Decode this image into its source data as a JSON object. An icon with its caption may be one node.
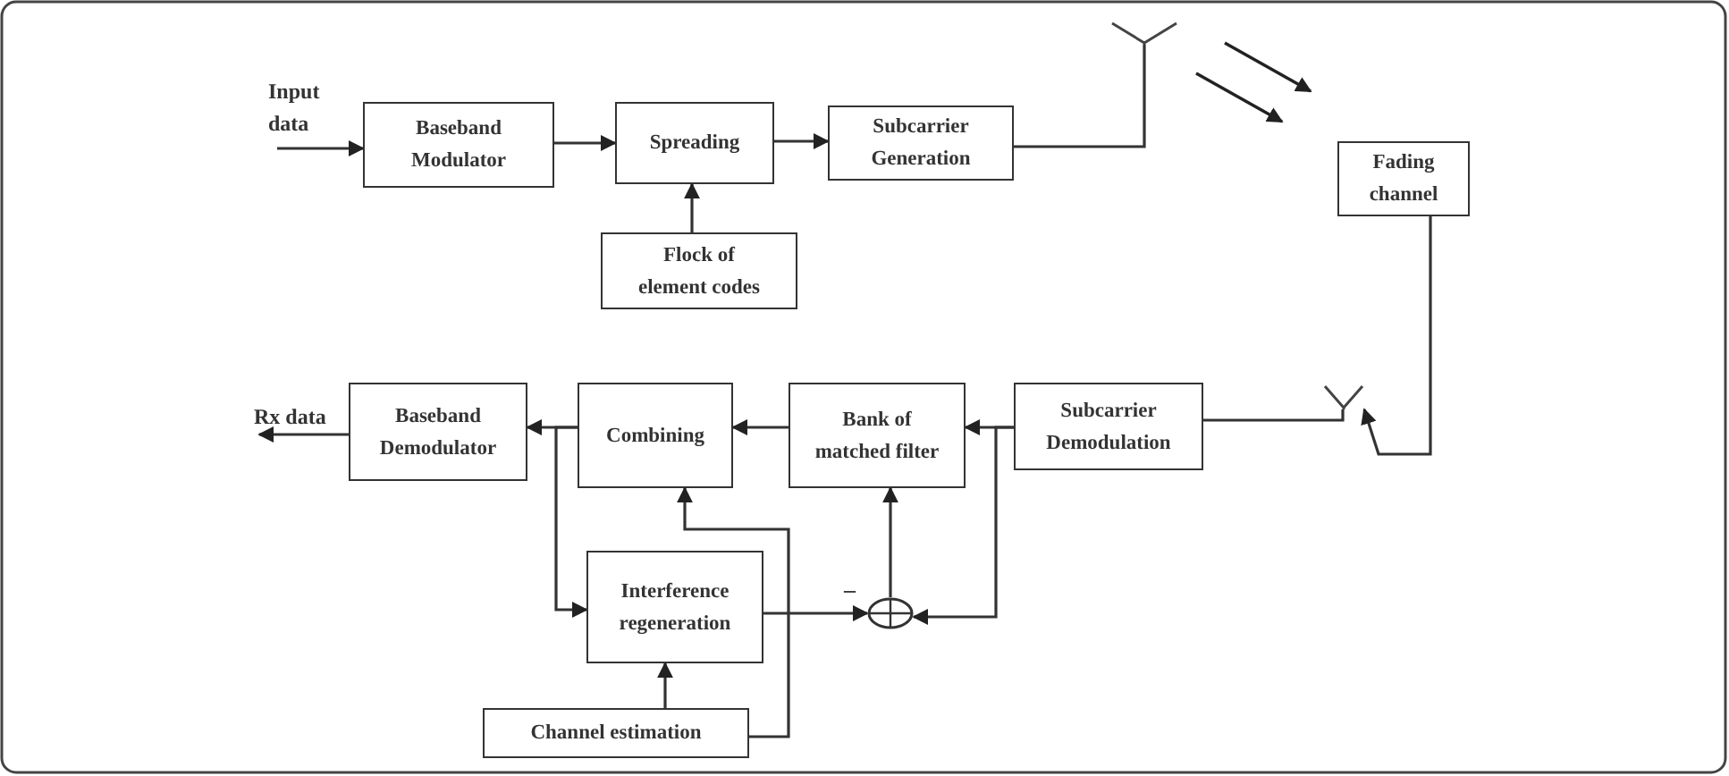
{
  "diagram": {
    "nodes": [
      {
        "text": [
          "Input data"
        ]
      },
      {
        "text": [
          "Baseband Modulator"
        ]
      },
      {
        "text": [
          "Spreading"
        ]
      },
      {
        "text": [
          "Subcarrier Generation"
        ]
      },
      {
        "text": [
          "Flock of element codes"
        ]
      },
      {
        "text": [],
        "shape": "antenna"
      },
      {
        "text": [
          "Fading channel"
        ]
      },
      {
        "text": [],
        "shape": "antenna"
      },
      {
        "text": [
          "Subcarrier Demodulation"
        ]
      },
      {
        "text": [
          "Bank of matched filter"
        ]
      },
      {
        "text": [
          "Combining"
        ]
      },
      {
        "text": [
          "Baseband Demodulator"
        ]
      },
      {
        "text": [
          "Rx data"
        ]
      },
      {
        "text": [
          "Interference regeneration"
        ]
      },
      {
        "text": [],
        "shape": "circle"
      },
      {
        "text": [
          "Channel estimation"
        ]
      }
    ],
    "edges": [
      {
        "from": 0,
        "to": 1,
        "arrow": "to"
      },
      {
        "from": 1,
        "to": 2,
        "arrow": "to"
      },
      {
        "from": 2,
        "to": 3,
        "arrow": "to"
      },
      {
        "from": 4,
        "to": 2,
        "arrow": "to"
      },
      {
        "from": 3,
        "to": 5,
        "arrow": "none"
      },
      {
        "from": 6,
        "to": 7,
        "arrow": "to"
      },
      {
        "from": 7,
        "to": 8,
        "arrow": "none"
      },
      {
        "from": 8,
        "to": 9,
        "arrow": "to"
      },
      {
        "from": 8,
        "to": 14,
        "arrow": "to"
      },
      {
        "from": 9,
        "to": 10,
        "arrow": "to"
      },
      {
        "from": 10,
        "to": 11,
        "arrow": "to"
      },
      {
        "from": 10,
        "to": 13,
        "arrow": "to"
      },
      {
        "from": 13,
        "to": 14,
        "arrow": "to"
      },
      {
        "from": 14,
        "to": 9,
        "arrow": "to"
      },
      {
        "from": 15,
        "to": 13,
        "arrow": "to"
      },
      {
        "from": 15,
        "to": 10,
        "arrow": "to"
      },
      {
        "from": 11,
        "to": 12,
        "arrow": "to"
      }
    ],
    "labels": [
      "–"
    ]
  }
}
